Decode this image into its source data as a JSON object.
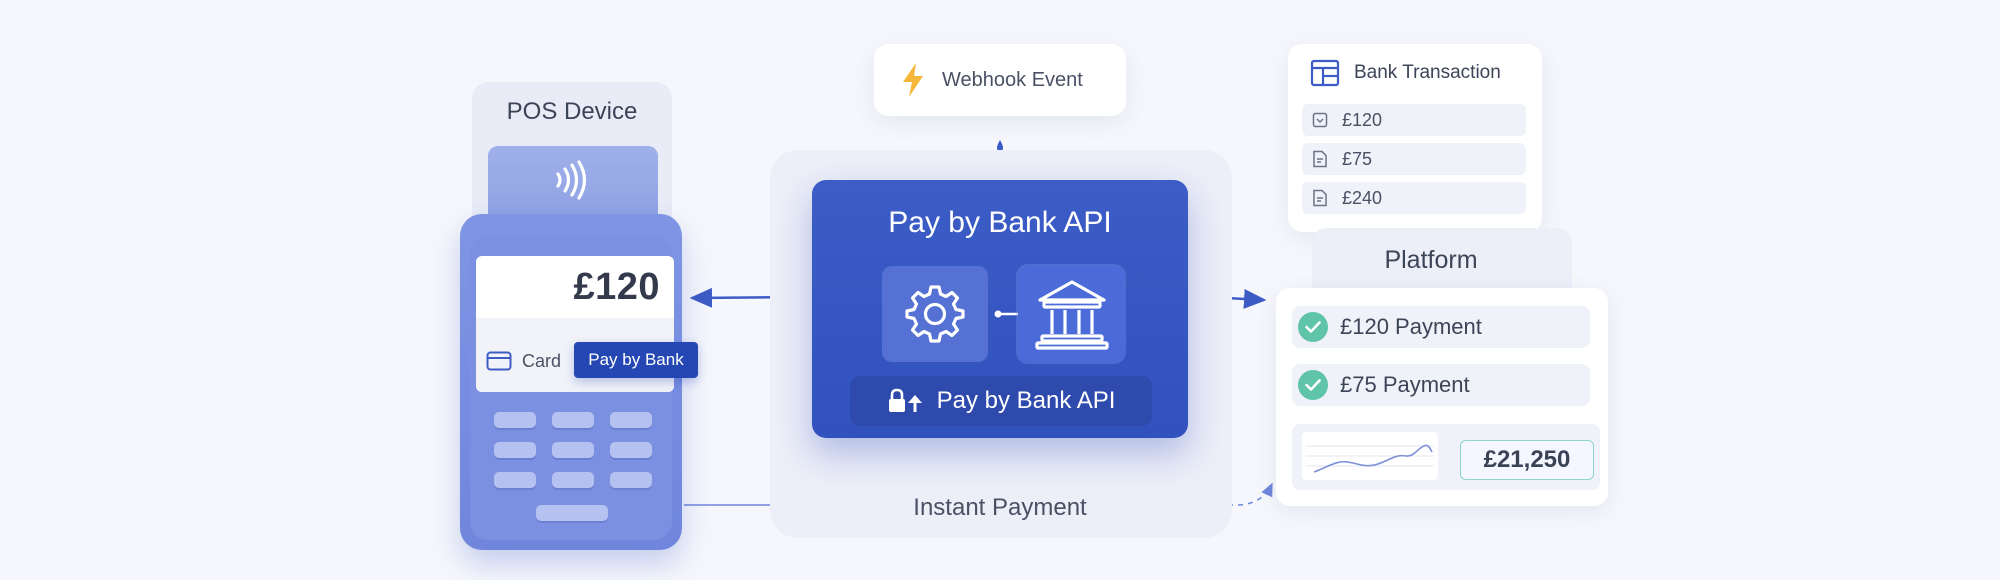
{
  "pos": {
    "title": "POS Device",
    "amount": "£120",
    "card_option": "Card",
    "bank_option": "Pay by Bank"
  },
  "api": {
    "title": "Pay by Bank API",
    "footer_label": "Pay by Bank API"
  },
  "webhook": {
    "label": "Webhook Event"
  },
  "flow": {
    "instant_payment": "Instant Payment"
  },
  "transactions": {
    "title": "Bank Transaction",
    "items": [
      "£120",
      "£75",
      "£240"
    ]
  },
  "platform": {
    "title": "Platform",
    "payments": [
      "£120 Payment",
      "£75 Payment"
    ],
    "total": "£21,250"
  },
  "colors": {
    "primary": "#3152bd",
    "accent_blue": "#2447b3",
    "pos_body": "#7f95e4",
    "success": "#5fc4a8",
    "webhook_bolt": "#f5b63a"
  }
}
